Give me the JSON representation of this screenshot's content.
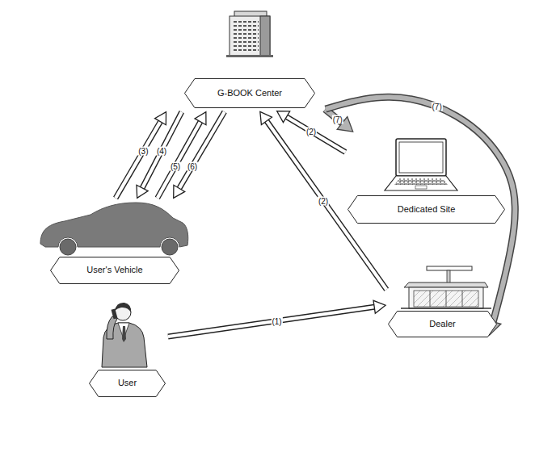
{
  "diagram": {
    "nodes": [
      {
        "text": [
          "G-BOOK Center"
        ]
      },
      {
        "text": [
          "Dedicated Site"
        ]
      },
      {
        "text": [
          "User's Vehicle"
        ]
      },
      {
        "text": [
          "Dealer"
        ]
      },
      {
        "text": [
          "User"
        ]
      }
    ],
    "edges": [
      {
        "from": 4,
        "to": 3,
        "label": "(1)",
        "arrow": "to"
      },
      {
        "from": 3,
        "to": 0,
        "label": "(2)",
        "arrow": "to"
      },
      {
        "from": 1,
        "to": 0,
        "label": "(2)",
        "arrow": "to"
      },
      {
        "from": 2,
        "to": 0,
        "label": "(3)",
        "arrow": "to"
      },
      {
        "from": 0,
        "to": 2,
        "label": "(4)",
        "arrow": "to"
      },
      {
        "from": 2,
        "to": 0,
        "label": "(5)",
        "arrow": "to"
      },
      {
        "from": 0,
        "to": 2,
        "label": "(6)",
        "arrow": "to"
      },
      {
        "from": 0,
        "to": 1,
        "label": "(7)",
        "arrow": "to"
      },
      {
        "from": 0,
        "to": 3,
        "label": "(7)",
        "arrow": "to"
      }
    ]
  }
}
